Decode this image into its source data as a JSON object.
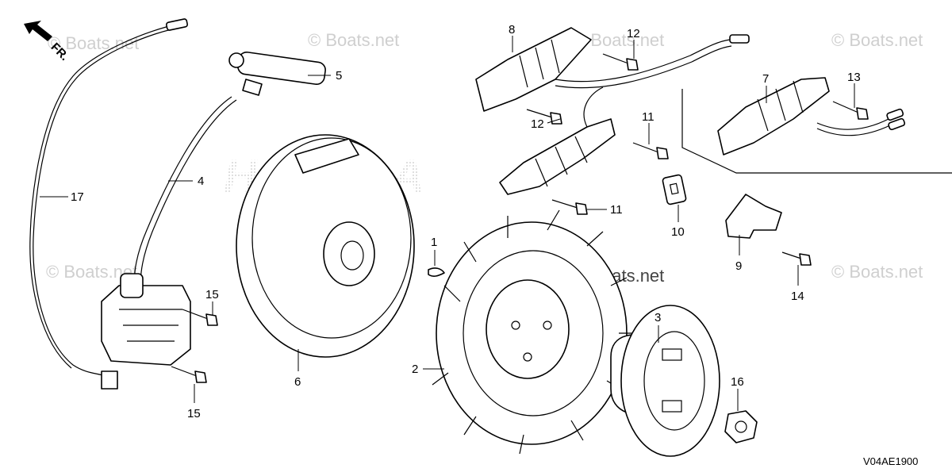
{
  "diagram": {
    "code": "V04AE1900",
    "front_mark": "FR.",
    "brand_watermark": "HONDA",
    "watermark_text": "© Boats.net",
    "bold_watermark_text": "© Boats.net",
    "callouts": {
      "p1": "1",
      "p2": "2",
      "p3": "3",
      "p4": "4",
      "p5": "5",
      "p6": "6",
      "p7": "7",
      "p8": "8",
      "p9": "9",
      "p10": "10",
      "p11a": "11",
      "p11b": "11",
      "p12a": "12",
      "p12b": "12",
      "p13": "13",
      "p14": "14",
      "p15a": "15",
      "p15b": "15",
      "p16": "16",
      "p17": "17"
    }
  }
}
